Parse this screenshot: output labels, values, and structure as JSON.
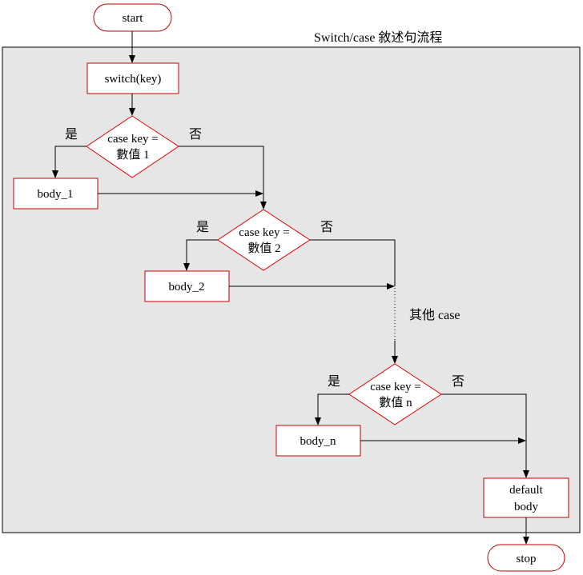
{
  "title": "Switch/case  敘述句流程",
  "start": "start",
  "stop": "stop",
  "switch_box": "switch(key)",
  "yes_label": "是",
  "no_label": "否",
  "other_cases": "其他 case",
  "decisions": [
    {
      "line1": "case key =",
      "line2": "數值 1"
    },
    {
      "line1": "case key =",
      "line2": "數值 2"
    },
    {
      "line1": "case key =",
      "line2": "數值 n"
    }
  ],
  "bodies": [
    "body_1",
    "body_2",
    "body_n"
  ],
  "default_box": {
    "line1": "default",
    "line2": "body"
  },
  "colors": {
    "border": "#c00000",
    "panel": "#e6e6e6",
    "line": "#000000"
  }
}
